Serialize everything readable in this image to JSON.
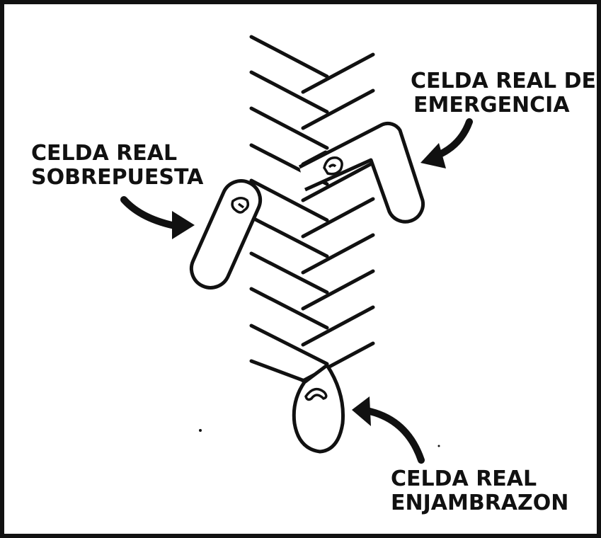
{
  "labels": {
    "emergency_line1": "CELDA REAL DE",
    "emergency_line2": "EMERGENCIA",
    "supersedure_line1": "CELDA REAL",
    "supersedure_line2": "SOBREPUESTA",
    "swarm_line1": "CELDA REAL",
    "swarm_line2": "ENJAMBRAZON"
  },
  "colors": {
    "ink": "#111111",
    "paper": "#ffffff"
  }
}
